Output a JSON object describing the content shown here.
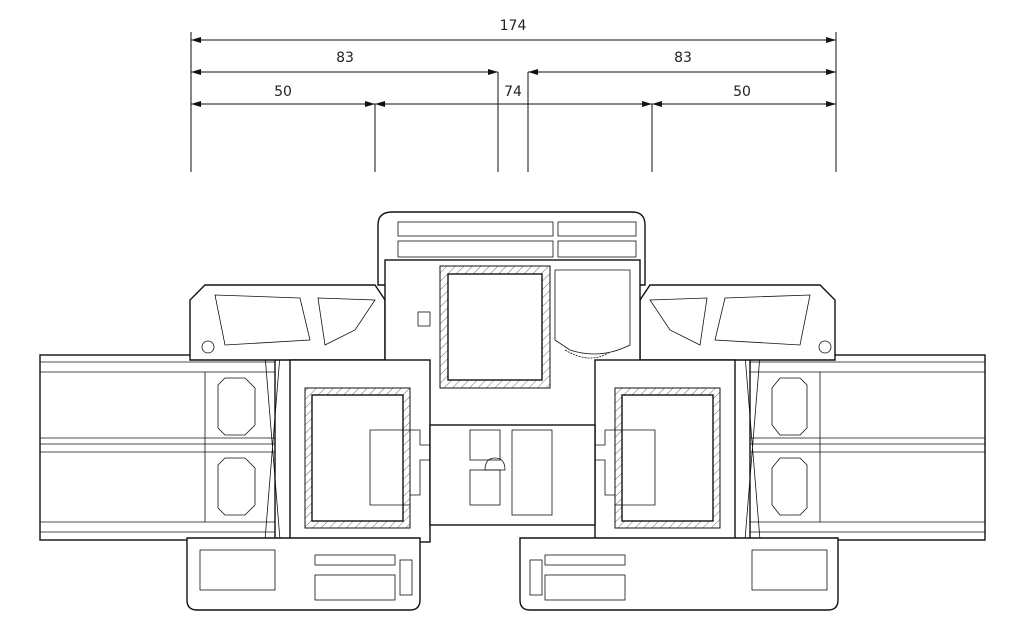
{
  "title": "Window profile cross-section with dimensions",
  "dimensions": {
    "total": "174",
    "left_83": "83",
    "right_83": "83",
    "left_50": "50",
    "middle_74": "74",
    "right_50": "50"
  },
  "colors": {
    "line": "#111111",
    "background": "#ffffff"
  }
}
